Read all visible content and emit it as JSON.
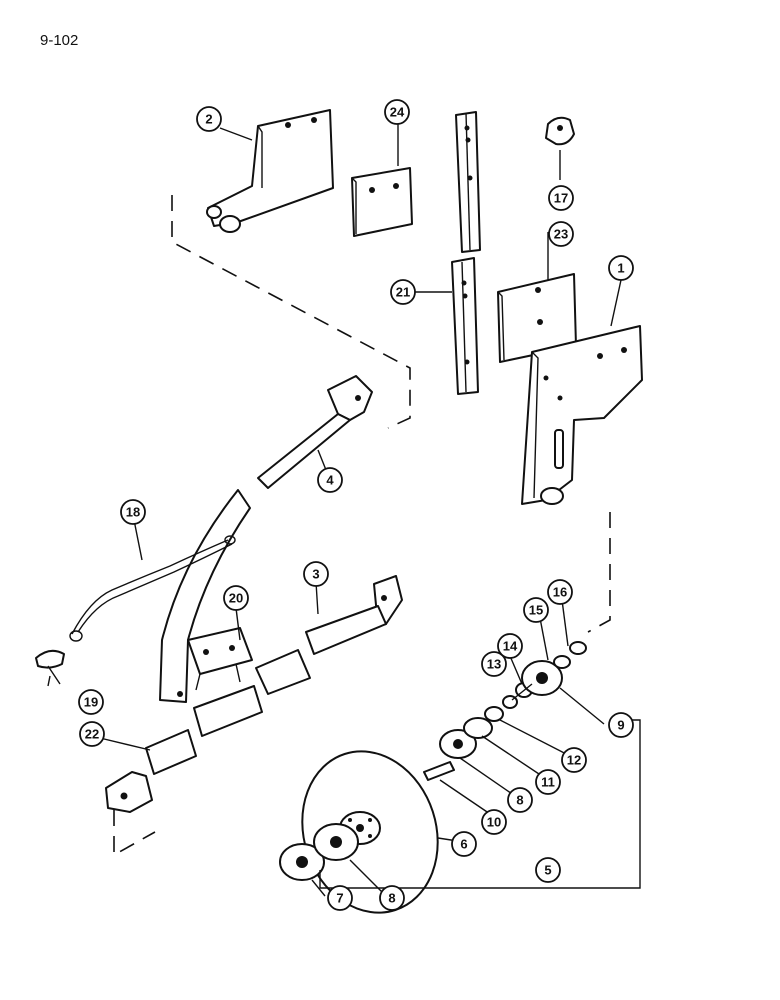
{
  "page": {
    "number": "9-102"
  },
  "callouts": [
    {
      "id": "c1",
      "label": "1"
    },
    {
      "id": "c2",
      "label": "2"
    },
    {
      "id": "c3",
      "label": "3"
    },
    {
      "id": "c4",
      "label": "4"
    },
    {
      "id": "c5",
      "label": "5"
    },
    {
      "id": "c6",
      "label": "6"
    },
    {
      "id": "c7",
      "label": "7"
    },
    {
      "id": "c8a",
      "label": "8"
    },
    {
      "id": "c8b",
      "label": "8"
    },
    {
      "id": "c9",
      "label": "9"
    },
    {
      "id": "c10",
      "label": "10"
    },
    {
      "id": "c11",
      "label": "11"
    },
    {
      "id": "c12",
      "label": "12"
    },
    {
      "id": "c13",
      "label": "13"
    },
    {
      "id": "c14",
      "label": "14"
    },
    {
      "id": "c15",
      "label": "15"
    },
    {
      "id": "c16",
      "label": "16"
    },
    {
      "id": "c17",
      "label": "17"
    },
    {
      "id": "c18",
      "label": "18"
    },
    {
      "id": "c19",
      "label": "19"
    },
    {
      "id": "c20",
      "label": "20"
    },
    {
      "id": "c21",
      "label": "21"
    },
    {
      "id": "c22",
      "label": "22"
    },
    {
      "id": "c23",
      "label": "23"
    },
    {
      "id": "c24",
      "label": "24"
    }
  ]
}
